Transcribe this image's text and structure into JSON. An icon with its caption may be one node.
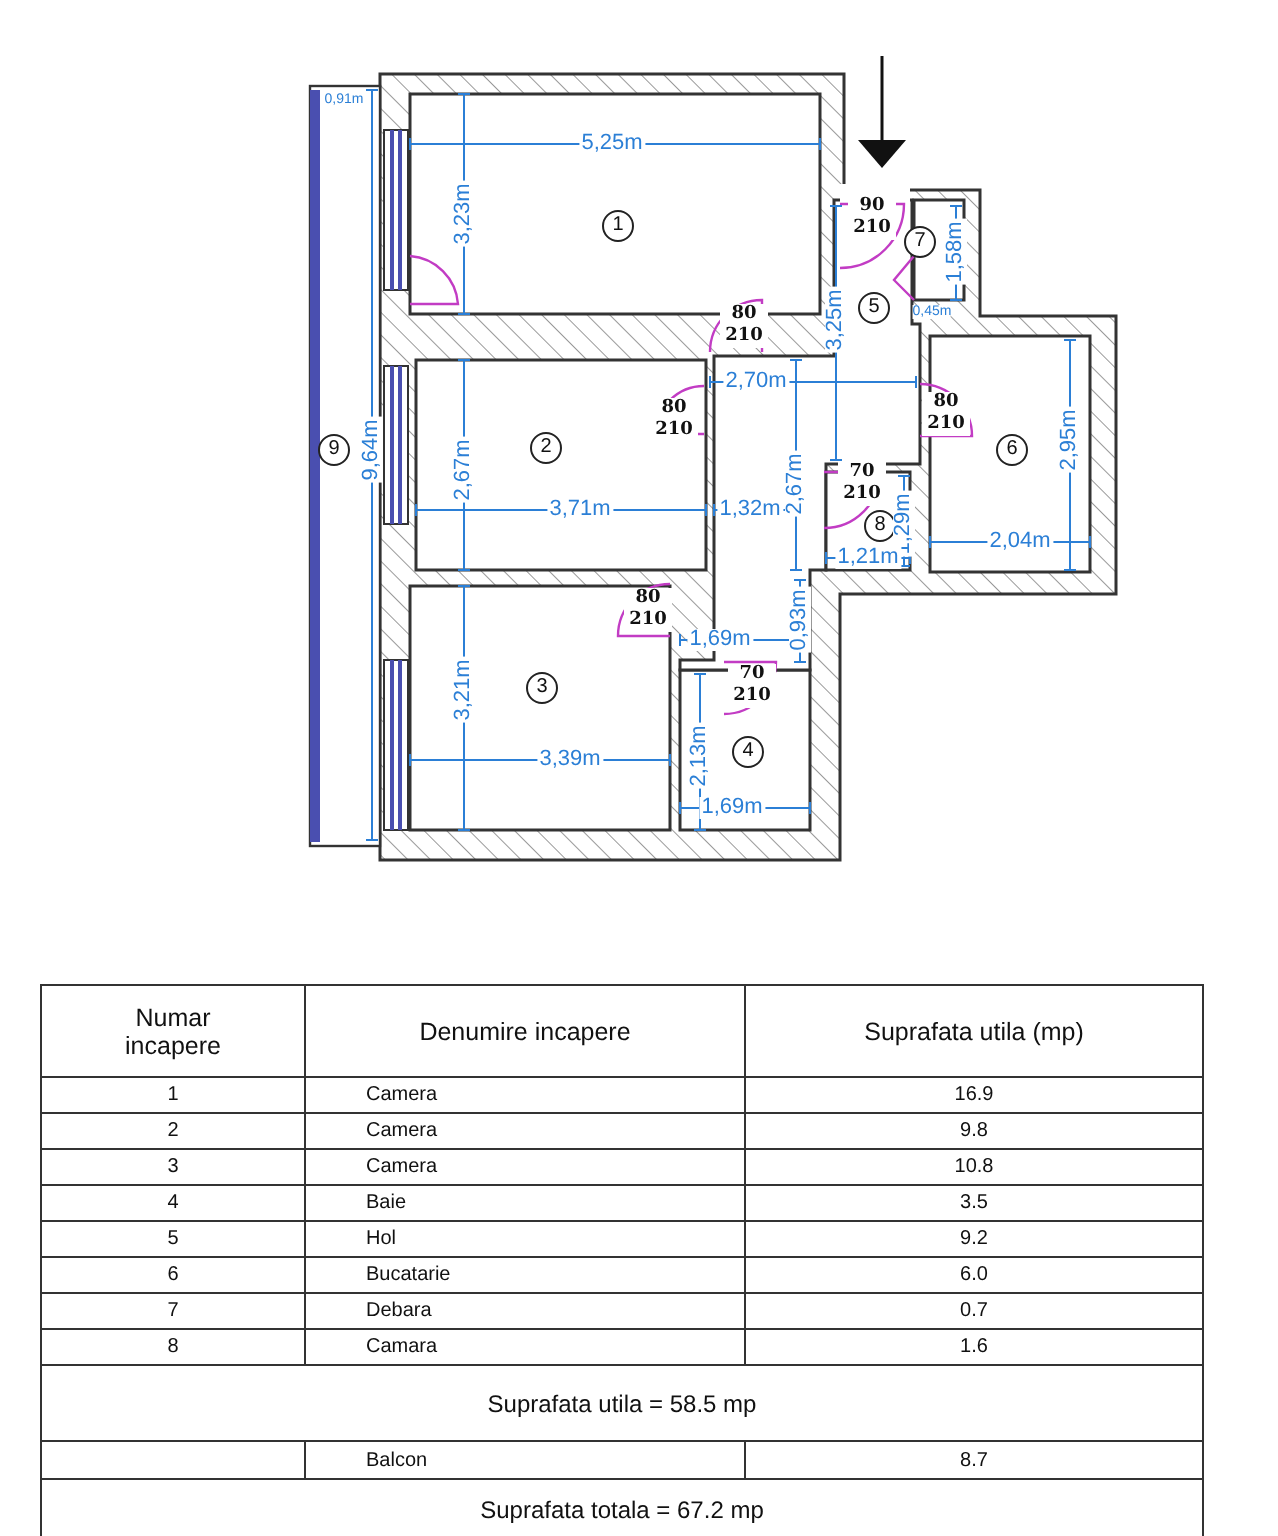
{
  "diagram": {
    "labels": [
      "0,91m",
      "5,25m",
      "3,23m",
      "1",
      "90 210",
      "7",
      "1,58m",
      "5",
      "0,45m",
      "80 210",
      "3,25m",
      "2,70m",
      "80 210",
      "80 210",
      "9",
      "9,64m",
      "2",
      "2,67m",
      "2,67m",
      "6",
      "2,95m",
      "70 210",
      "8",
      "1,29m",
      "3,71m",
      "1,32m",
      "1,21m",
      "2,04m",
      "80 210",
      "1,69m",
      "0,93m",
      "70 210",
      "3,21m",
      "3",
      "2,13m",
      "4",
      "3,39m",
      "1,69m",
      "Numar incapere",
      "Denumire incapere",
      "Suprafata utila (mp)",
      "1",
      "Camera",
      "16.9",
      "2",
      "Camera",
      "9.8",
      "3",
      "Camera",
      "10.8",
      "4",
      "Baie",
      "3.5",
      "5",
      "Hol",
      "9.2",
      "6",
      "Bucatarie",
      "6.0",
      "7",
      "Debara",
      "0.7",
      "8",
      "Camara",
      "1.6",
      "Suprafata utila = 58.5 mp",
      "Balcon",
      "8.7",
      "Suprafata totala = 67.2 mp"
    ]
  }
}
